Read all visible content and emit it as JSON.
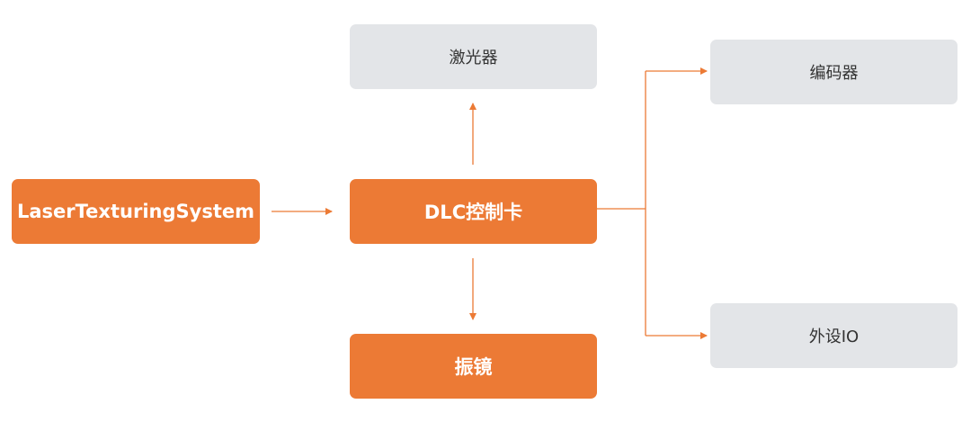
{
  "nodes": {
    "system": "LaserTexturingSystem",
    "controller": "DLC控制卡",
    "laser": "激光器",
    "galvo": "振镜",
    "encoder": "编码器",
    "io": "外设IO"
  },
  "colors": {
    "primary": "#ec7a35",
    "secondary": "#e3e5e8",
    "connector": "#ec7a35"
  }
}
